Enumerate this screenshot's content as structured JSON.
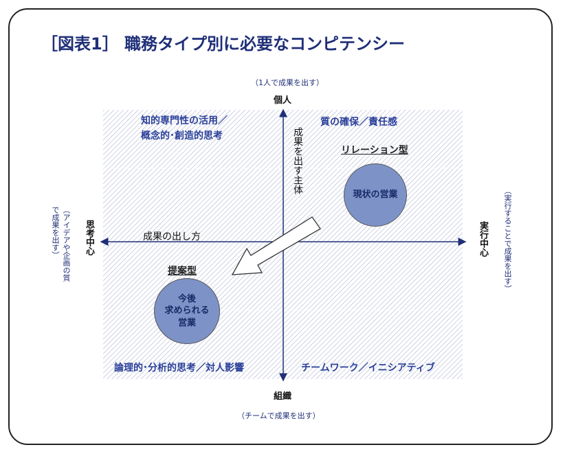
{
  "title": "［図表1］ 職務タイプ別に必要なコンピテンシー",
  "axes": {
    "top": {
      "label": "個人",
      "note": "（1人で成果を出す）"
    },
    "bottom": {
      "label": "組織",
      "note": "（チームで成果を出す）"
    },
    "left": {
      "label": "思考中心",
      "note": "（アイデアや企画の質で成果を出す）"
    },
    "right": {
      "label": "実行中心",
      "note": "（実行することで成果を出す）"
    },
    "vertical_caption": "成果を出す主体",
    "horizontal_caption": "成果の出し方"
  },
  "quadrants": {
    "top_left": "知的専門性の活用／\n概念的･創造的思考",
    "top_right": "質の確保／責任感",
    "bottom_left": "論理的･分析的思考／対人影響",
    "bottom_right": "チームワーク／イニシアティブ"
  },
  "types": {
    "relation": "リレーション型",
    "proposal": "提案型"
  },
  "circles": {
    "current": "現状の営業",
    "future": "今後\n求められる\n営業"
  },
  "colors": {
    "text": "#1f2f78",
    "circle": "#7d93c8"
  }
}
